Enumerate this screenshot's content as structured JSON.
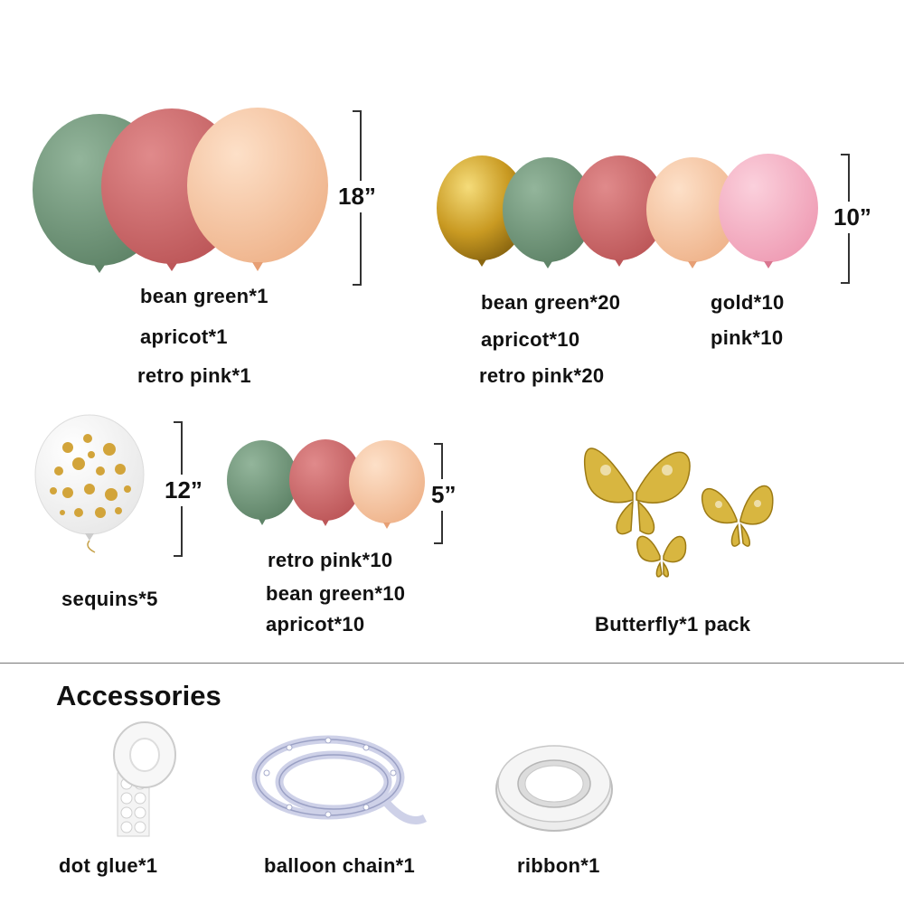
{
  "colors": {
    "bean_green": "#7a9e83",
    "retro_pink": "#d26d6f",
    "apricot": "#f7c9a6",
    "gold": "#d4a62a",
    "pink": "#f6b3c6"
  },
  "groups": {
    "size18": {
      "size_label": "18”",
      "items": [
        "bean green*1",
        "apricot*1",
        "retro pink*1"
      ]
    },
    "size10": {
      "size_label": "10”",
      "items_left": [
        "bean green*20",
        "apricot*10",
        "retro pink*20"
      ],
      "items_right": [
        "gold*10",
        "pink*10"
      ]
    },
    "size12": {
      "size_label": "12”",
      "items": [
        "sequins*5"
      ]
    },
    "size5": {
      "size_label": "5”",
      "items": [
        "retro pink*10",
        "bean green*10",
        "apricot*10"
      ]
    },
    "butterfly": {
      "label": "Butterfly*1 pack",
      "icon": "gold-butterfly-icon"
    }
  },
  "accessories": {
    "heading": "Accessories",
    "items": [
      {
        "label": "dot glue*1",
        "icon": "dot-glue-roll-icon"
      },
      {
        "label": "balloon chain*1",
        "icon": "balloon-chain-icon"
      },
      {
        "label": "ribbon*1",
        "icon": "ribbon-roll-icon"
      }
    ]
  }
}
